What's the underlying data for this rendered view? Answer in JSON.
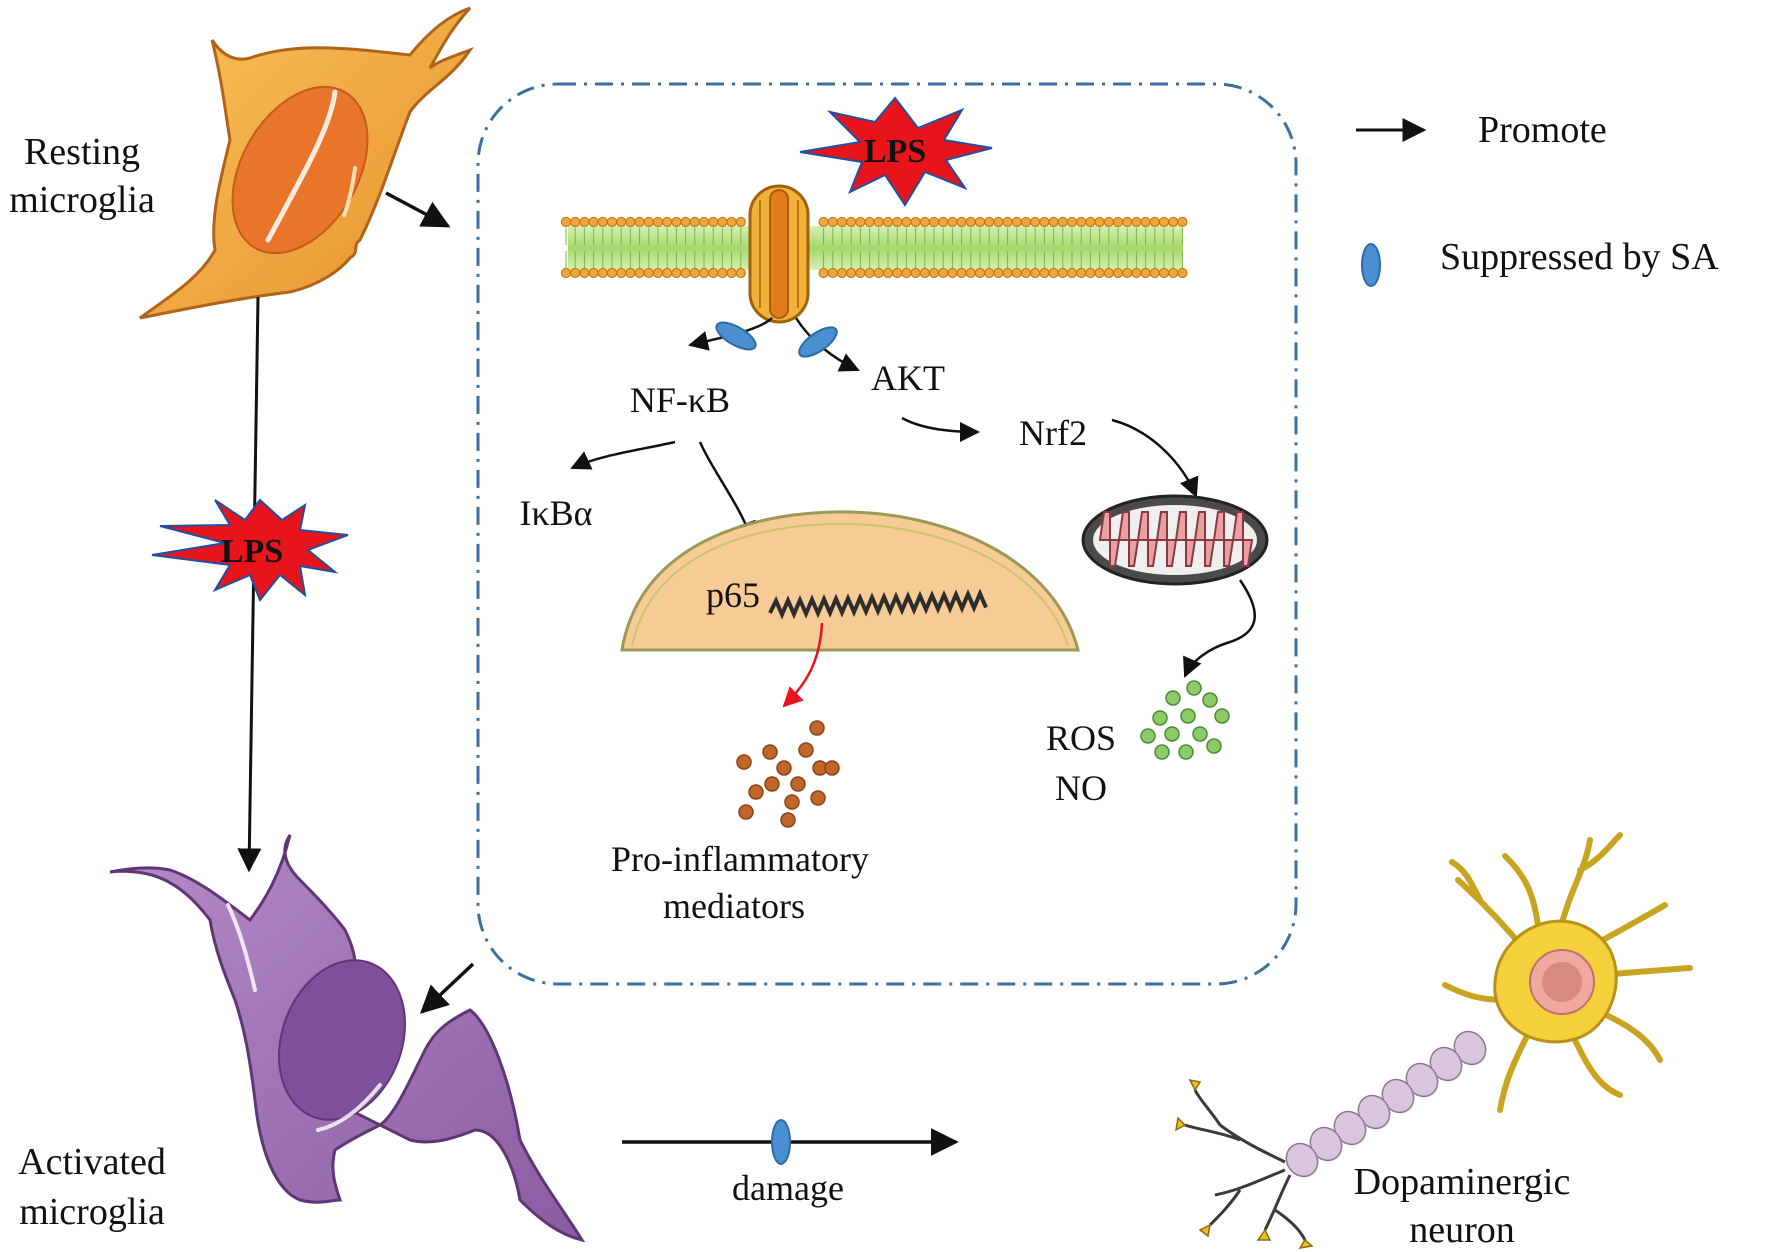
{
  "legend": {
    "promote_label": "Promote",
    "suppressed_label": "Suppressed by SA"
  },
  "labels": {
    "resting_line1": "Resting",
    "resting_line2": "microglia",
    "activated_line1": "Activated",
    "activated_line2": "microglia",
    "lps_outside": "LPS",
    "lps_membrane": "LPS",
    "nfkb": "NF-κB",
    "akt": "AKT",
    "ikba": "IκBα",
    "nrf2": "Nrf2",
    "p65": "p65",
    "ros": "ROS",
    "no": "NO",
    "pro_line1": "Pro-inflammatory",
    "pro_line2": "mediators",
    "damage": "damage",
    "dopa_line1": "Dopaminergic",
    "dopa_line2": "neuron"
  },
  "colors": {
    "resting_cell": "#F2A53A",
    "resting_nucleus": "#E8752A",
    "activated_cell": "#9E72B0",
    "activated_nucleus": "#7E4F9A",
    "lps_burst": "#E8141C",
    "suppressed_marker": "#4A8FD0",
    "dashed_box": "#3D6F9E",
    "membrane_band": "#B7E08A",
    "lipid_head": "#F0A63A",
    "nucleus_fill": "#F7CB96",
    "mito_inner": "#E9A0A4",
    "pro_dots": "#C1662A",
    "ros_dots": "#8CCB6A",
    "neuron_body": "#F4D13A",
    "axon_segment": "#D9C6DE",
    "red_arrow": "#E8141C"
  },
  "icons": {
    "promote": "arrow-right-icon",
    "suppressed": "blue-ellipse-icon",
    "lps": "starburst-icon"
  }
}
